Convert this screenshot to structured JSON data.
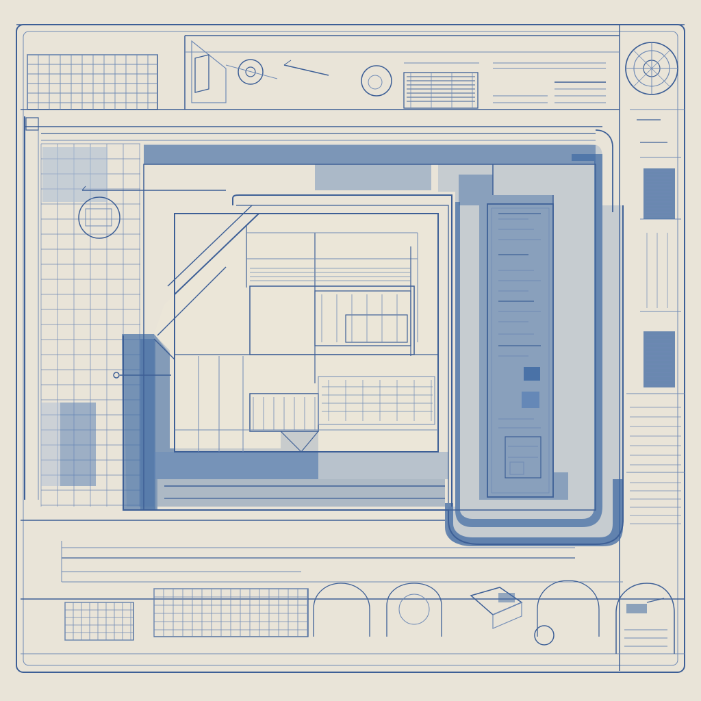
{
  "colors": {
    "paper": "#e9e4d8",
    "ink": "#3d5f96",
    "ink_light": "#6f8ab5",
    "fill_dark": "#3f6aa3",
    "fill_mid": "#5f84b6",
    "fill_light": "#a9bbd4"
  },
  "drawing": {
    "kind": "architectural blueprint",
    "text_legibility": "none",
    "legend_panel_swatch_count": 2,
    "side_panel_swatch_count": 2,
    "bottom_detail_count": 6
  }
}
